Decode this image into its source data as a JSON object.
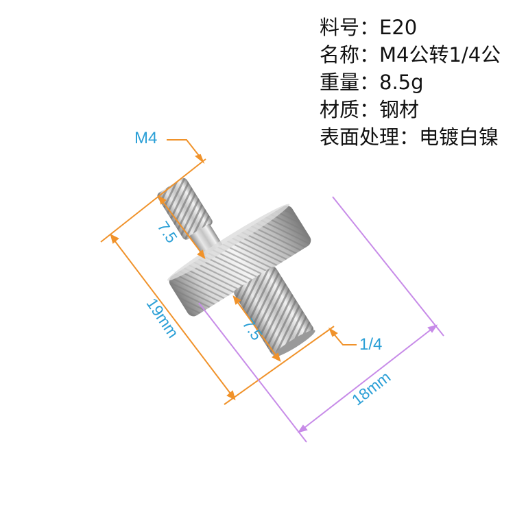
{
  "specs": {
    "part_no": "料号：E20",
    "name": "名称：M4公转1/4公",
    "weight": "重量：8.5g",
    "material": "材质：钢材",
    "finish": "表面处理：电镀白镍"
  },
  "dimensions": {
    "m4_label": "M4",
    "upper_thread": "7.5",
    "lower_thread": "7.5",
    "total_length": "19mm",
    "quarter_label": "1/4",
    "diameter": "18mm"
  },
  "colors": {
    "orange": "#f0922a",
    "blue_text": "#2a9fd6",
    "purple": "#c78be8",
    "metal": "#c9c9c9"
  }
}
